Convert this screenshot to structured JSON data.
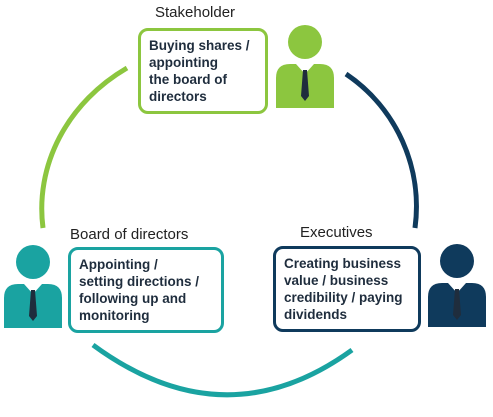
{
  "colors": {
    "green": "#8cc63f",
    "teal": "#1aa3a1",
    "navy": "#0f3a5c"
  },
  "nodes": {
    "stakeholder": {
      "title": "Stakeholder",
      "icon": "person-icon",
      "lines": [
        "Buying shares /",
        "appointing",
        "the board of",
        "directors"
      ]
    },
    "board": {
      "title": "Board of directors",
      "icon": "person-icon",
      "lines": [
        "Appointing /",
        "setting directions /",
        "following up and",
        "monitoring"
      ]
    },
    "executives": {
      "title": "Executives",
      "icon": "person-icon",
      "lines": [
        "Creating business",
        "value / business",
        "credibility / paying",
        "dividends"
      ]
    }
  }
}
